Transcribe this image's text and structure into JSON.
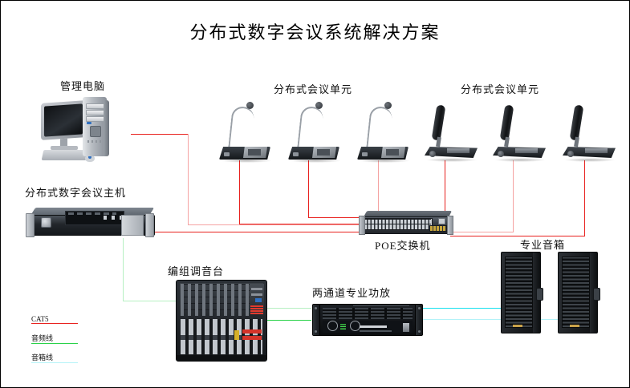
{
  "diagram": {
    "title": "分布式数字会议系统解决方案",
    "devices": {
      "management_pc": "管理电脑",
      "conference_host": "分布式数字会议主机",
      "conference_unit_group_1": "分布式会议单元",
      "conference_unit_group_2": "分布式会议单元",
      "poe_switch": "POE交换机",
      "mixer": "编组调音台",
      "amplifier": "两通道专业功放",
      "speakers": "专业音箱"
    },
    "legend": [
      {
        "label": "CAT5",
        "color": "#e8221f"
      },
      {
        "label": "音频线",
        "color": "#2ad24a"
      },
      {
        "label": "音箱线",
        "color": "#16e0ef"
      }
    ],
    "colors": {
      "cat5": "#e8221f",
      "audio": "#2ad24a",
      "speaker": "#16e0ef",
      "border": "#000000",
      "background": "#ffffff"
    }
  }
}
